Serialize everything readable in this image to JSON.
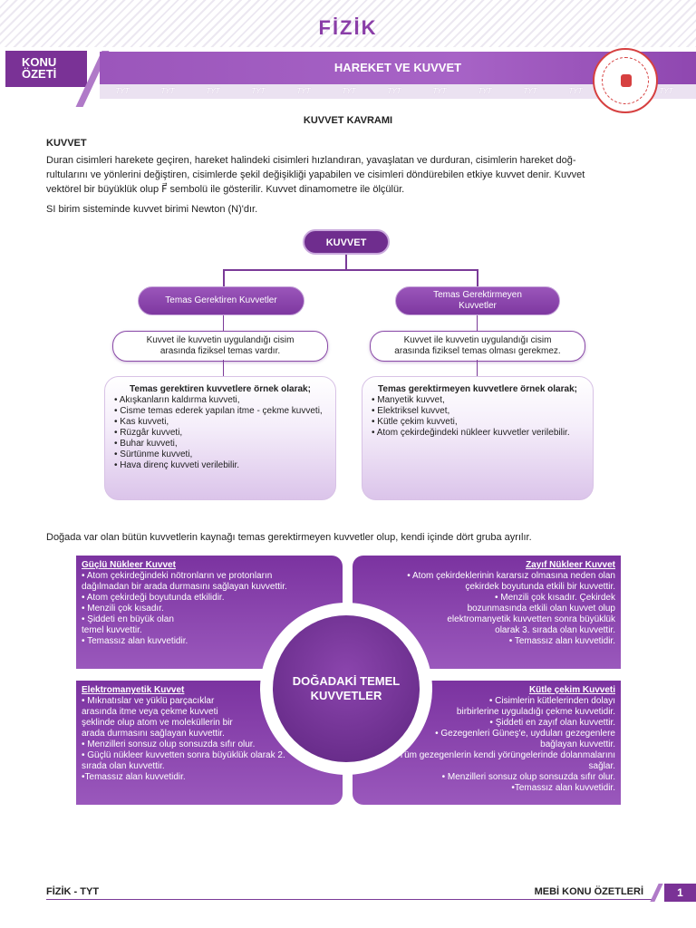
{
  "header": {
    "subject": "FİZİK",
    "tab_label_line1": "KONU",
    "tab_label_line2": "ÖZETİ",
    "topic_title": "HAREKET VE KUVVET",
    "tyt_marks": [
      "TYT",
      "TYT",
      "TYT",
      "TYT",
      "TYT",
      "TYT",
      "TYT",
      "TYT",
      "TYT",
      "TYT",
      "TYT",
      "TYT",
      "TYT"
    ]
  },
  "section": {
    "title": "KUVVET KAVRAMI",
    "subhead": "KUVVET",
    "paragraph1_line1": "Duran cisimleri harekete geçiren, hareket halindeki cisimleri hızlandıran, yavaşlatan ve durduran, cisimlerin hareket doğ-",
    "paragraph1_line2": "rultularını ve yönlerini değiştiren, cisimlerde şekil değişikliği yapabilen ve cisimleri döndürebilen etkiye kuvvet denir. Kuvvet",
    "paragraph1_line3": "vektörel bir büyüklük olup F⃗ sembolü ile gösterilir. Kuvvet dinamometre ile ölçülür.",
    "paragraph2": "SI birim sisteminde kuvvet birimi Newton (N)'dır."
  },
  "tree": {
    "root": "KUVVET",
    "left": {
      "category": "Temas Gerektiren Kuvvetler",
      "desc_line1": "Kuvvet ile kuvvetin uygulandığı cisim",
      "desc_line2": "arasında fiziksel temas vardır.",
      "examples_title": "Temas gerektiren kuvvetlere örnek olarak;",
      "examples": [
        "• Akışkanların kaldırma kuvveti,",
        "• Cisme temas ederek yapılan itme - çekme kuvveti,",
        "• Kas kuvveti,",
        "• Rüzgâr kuvveti,",
        "• Buhar kuvveti,",
        "• Sürtünme kuvveti,",
        "• Hava direnç kuvveti verilebilir."
      ]
    },
    "right": {
      "category_line1": "Temas Gerektirmeyen",
      "category_line2": "Kuvvetler",
      "desc_line1": "Kuvvet ile kuvvetin uygulandığı cisim",
      "desc_line2": "arasında fiziksel temas olması gerekmez.",
      "examples_title": "Temas gerektirmeyen kuvvetlere örnek olarak;",
      "examples": [
        "• Manyetik kuvvet,",
        "• Elektriksel kuvvet,",
        "• Kütle çekim kuvveti,",
        "• Atom çekirdeğindeki nükleer kuvvetler verilebilir."
      ]
    }
  },
  "forces": {
    "intro": "Doğada var olan bütün kuvvetlerin kaynağı temas gerektirmeyen kuvvetler olup, kendi içinde dört gruba ayrılır.",
    "center_line1": "DOĞADAKİ TEMEL",
    "center_line2": "KUVVETLER",
    "strong": {
      "title": "Güçlü Nükleer Kuvvet",
      "lines": [
        "• Atom çekirdeğindeki nötronların ve protonların",
        "dağılmadan bir arada durmasını sağlayan kuvvettir.",
        "• Atom çekirdeği boyutunda etkilidir.",
        "• Menzili çok kısadır.",
        "• Şiddeti en büyük olan",
        "  temel kuvvettir.",
        "• Temassız alan kuvvetidir."
      ]
    },
    "weak": {
      "title": "Zayıf Nükleer Kuvvet",
      "lines": [
        "• Atom çekirdeklerinin kararsız olmasına neden olan",
        "çekirdek boyutunda etkili bir kuvvettir.",
        "• Menzili çok kısadır. Çekirdek",
        "bozunmasında etkili olan kuvvet olup",
        "elektromanyetik kuvvetten sonra büyüklük",
        "olarak 3. sırada olan kuvvettir.",
        "• Temassız alan kuvvetidir."
      ]
    },
    "em": {
      "title": "Elektromanyetik Kuvvet",
      "lines": [
        "• Mıknatıslar ve yüklü parçacıklar",
        "  arasında itme veya çekme kuvveti",
        "  şeklinde olup atom ve moleküllerin bir",
        "  arada durmasını sağlayan kuvvettir.",
        "• Menzilleri sonsuz olup sonsuzda sıfır olur.",
        "• Güçlü nükleer kuvvetten sonra büyüklük olarak 2.",
        "  sırada olan kuvvettir.",
        "•Temassız alan kuvvetidir."
      ]
    },
    "gravity": {
      "title": "Kütle çekim Kuvveti",
      "lines": [
        "• Cisimlerin kütlelerinden dolayı",
        "birbirlerine uyguladığı çekme kuvvetidir.",
        "• Şiddeti en zayıf olan kuvvettir.",
        "• Gezegenleri Güneş'e, uyduları gezegenlere",
        "bağlayan kuvvettir.",
        "• Tüm gezegenlerin kendi yörüngelerinde dolanmalarını",
        "sağlar.",
        "• Menzilleri sonsuz olup sonsuzda sıfır olur.",
        "•Temassız alan kuvvetidir."
      ]
    }
  },
  "footer": {
    "left": "FİZİK - TYT",
    "right": "MEBİ KONU ÖZETLERİ",
    "page": "1"
  }
}
